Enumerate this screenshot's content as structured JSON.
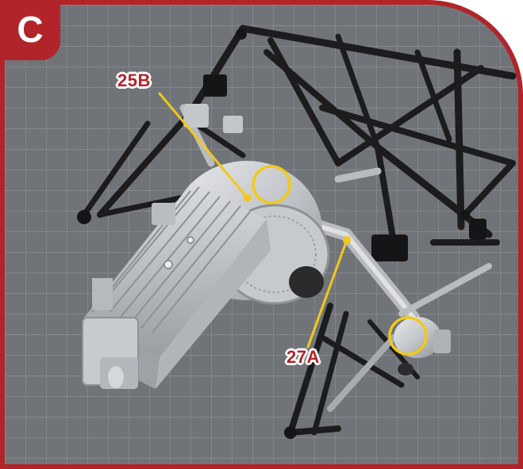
{
  "step": {
    "letter": "C"
  },
  "labels": {
    "part_25b": "25B",
    "part_27a": "27A"
  },
  "colors": {
    "brand_red": "#b1242a",
    "callout_yellow": "#f2c81b",
    "frame_black": "#1c1c1e",
    "part_silver": "#c9ccd0",
    "mat_grey": "#6f7377"
  },
  "icons": {
    "highlight_marker": "yellow-circle-icon"
  }
}
